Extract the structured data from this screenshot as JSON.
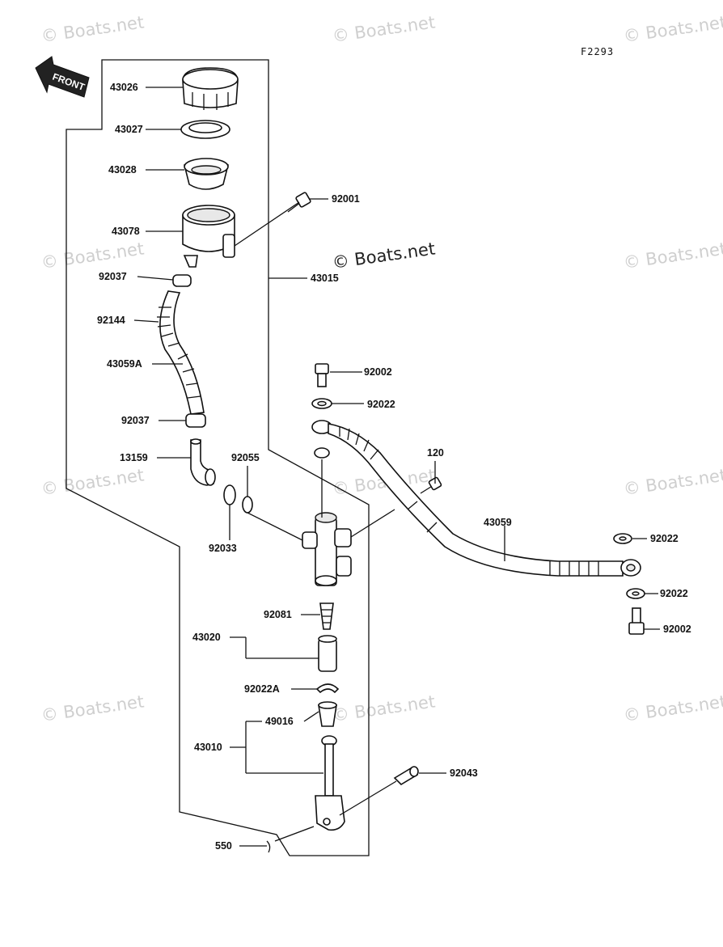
{
  "diagram_code": "F2293",
  "front_label": "FRONT",
  "watermark": "© Boats.net",
  "parts": {
    "p43026": "43026",
    "p43027": "43027",
    "p43028": "43028",
    "p43078": "43078",
    "p92001": "92001",
    "p92037a": "92037",
    "p43015": "43015",
    "p92144": "92144",
    "p43059A": "43059A",
    "p92037b": "92037",
    "p13159": "13159",
    "p92055": "92055",
    "p92033": "92033",
    "p92002a": "92002",
    "p92022a": "92022",
    "p120": "120",
    "p43059": "43059",
    "p92022b": "92022",
    "p92022c": "92022",
    "p92002b": "92002",
    "p92081": "92081",
    "p43020": "43020",
    "p92022A": "92022A",
    "p49016": "49016",
    "p43010": "43010",
    "p92043": "92043",
    "p550": "550"
  }
}
